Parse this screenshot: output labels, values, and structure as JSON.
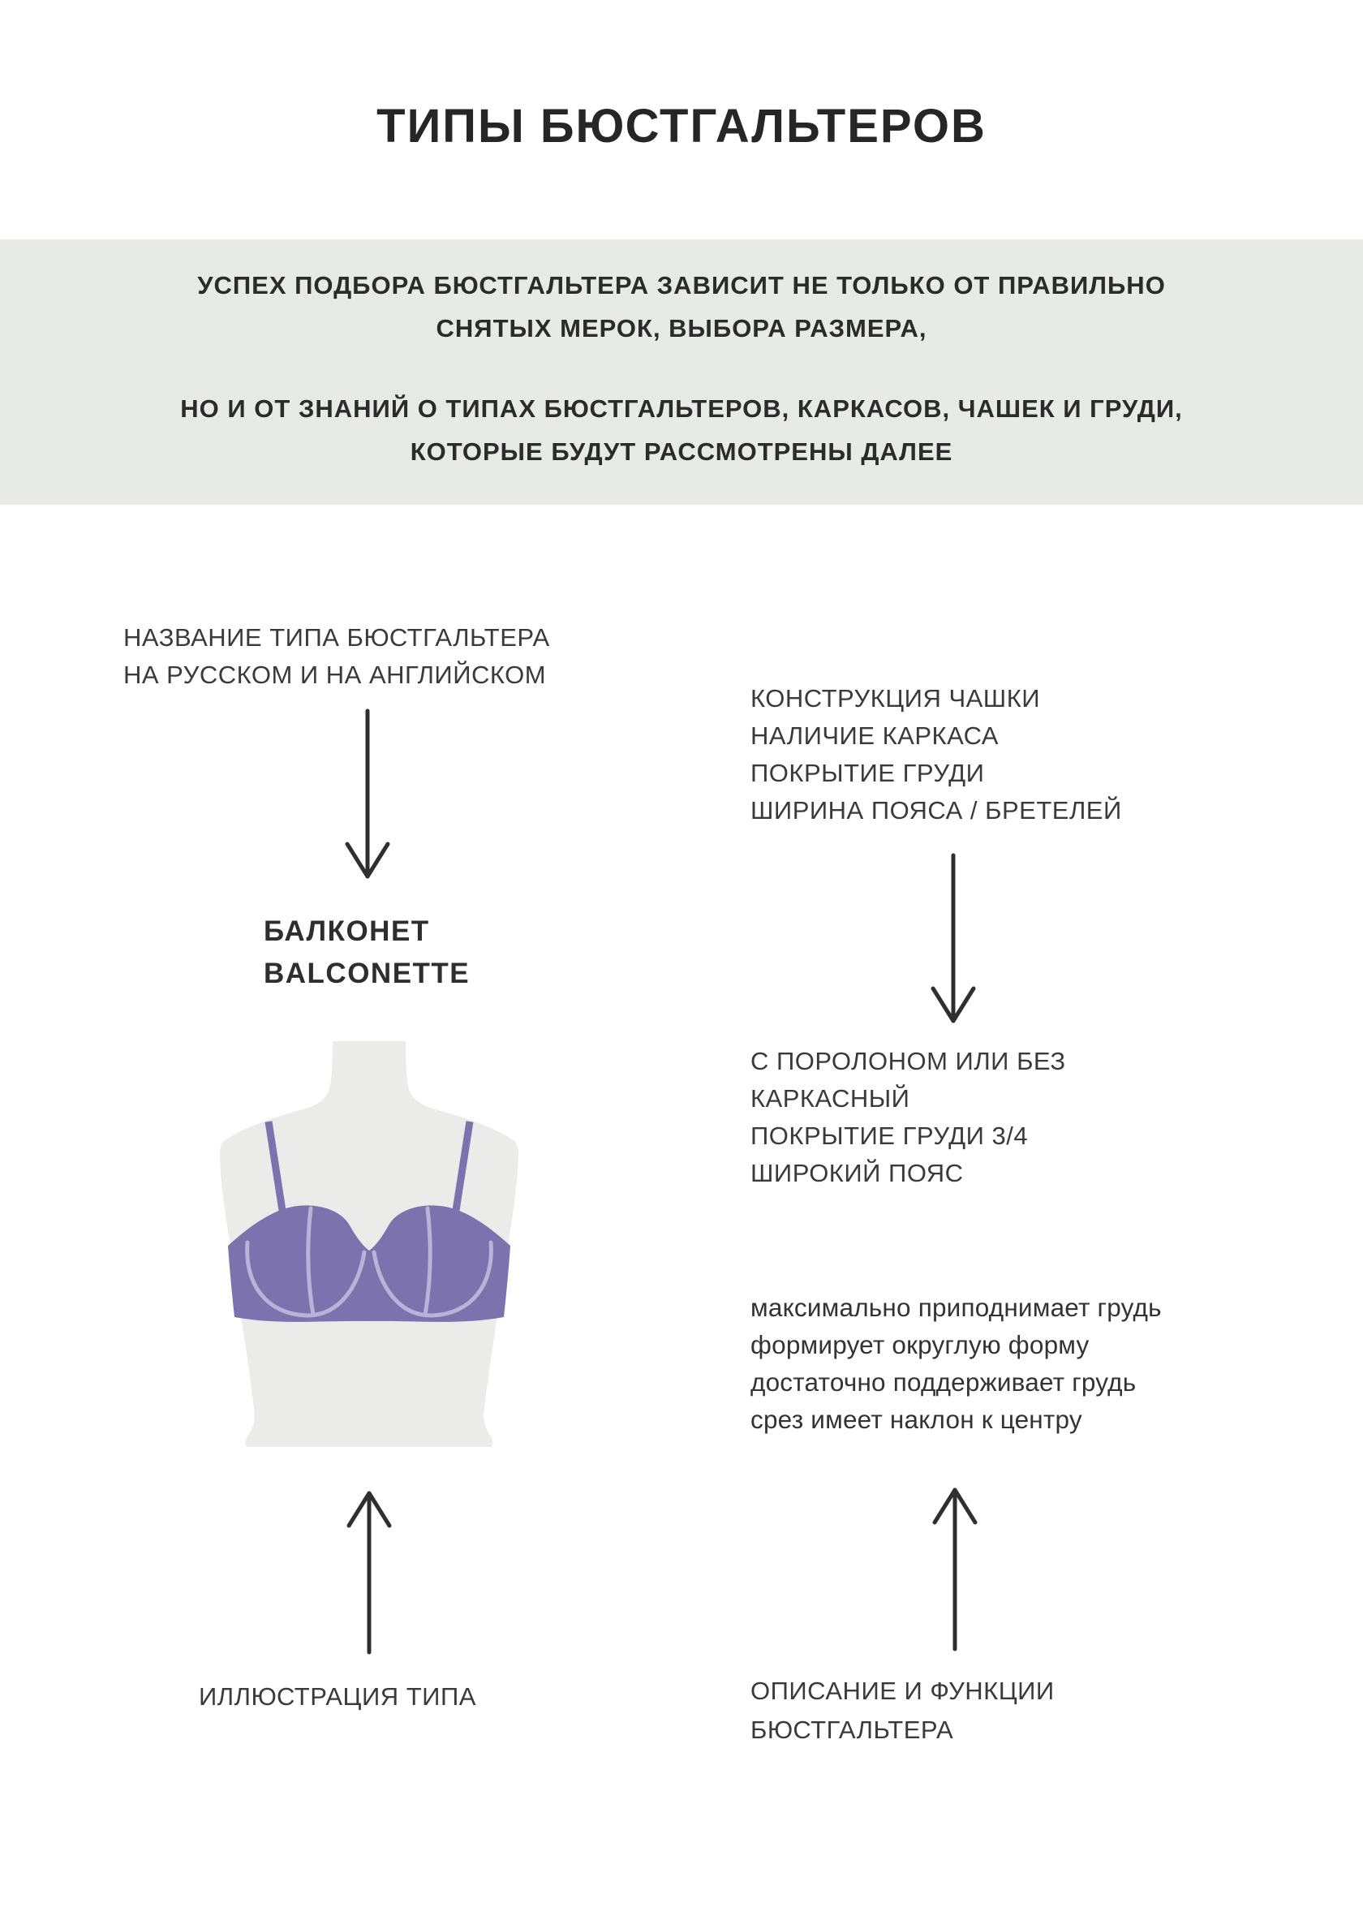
{
  "title": "ТИПЫ БЮСТГАЛЬТЕРОВ",
  "intro": {
    "p1_line1": "УСПЕХ ПОДБОРА БЮСТГАЛЬТЕРА ЗАВИСИТ НЕ ТОЛЬКО ОТ ПРАВИЛЬНО",
    "p1_line2": "СНЯТЫХ МЕРОК, ВЫБОРА РАЗМЕРА,",
    "p2_line1": "НО И ОТ ЗНАНИЙ О ТИПАХ БЮСТГАЛЬТЕРОВ, КАРКАСОВ, ЧАШЕК И ГРУДИ,",
    "p2_line2": "КОТОРЫЕ БУДУТ РАССМОТРЕНЫ ДАЛЕЕ"
  },
  "annotations": {
    "name_label_line1": "НАЗВАНИЕ ТИПА БЮСТГАЛЬТЕРА",
    "name_label_line2": "НА РУССКОМ И НА АНГЛИЙСКОМ",
    "specs_label": [
      "КОНСТРУКЦИЯ ЧАШКИ",
      "НАЛИЧИЕ КАРКАСА",
      "ПОКРЫТИЕ ГРУДИ",
      "ШИРИНА ПОЯСА / БРЕТЕЛЕЙ"
    ],
    "illustration_label": "ИЛЛЮСТРАЦИЯ ТИПА",
    "description_label_line1": "ОПИСАНИЕ И ФУНКЦИИ",
    "description_label_line2": "БЮСТГАЛЬТЕРА"
  },
  "bra_type": {
    "name_ru": "БАЛКОНЕТ",
    "name_en": "BALCONETTE",
    "specs": [
      "С ПОРОЛОНОМ ИЛИ БЕЗ",
      "КАРКАСНЫЙ",
      "ПОКРЫТИЕ ГРУДИ 3/4",
      "ШИРОКИЙ ПОЯС"
    ],
    "functions": [
      "максимально приподнимает грудь",
      "формирует округлую форму",
      "достаточно поддерживает грудь",
      "срез имеет наклон к центру"
    ]
  },
  "illustration": {
    "subject": "balconette bra on mannequin torso",
    "torso_color": "#ebece9",
    "bra_color": "#7b72ae",
    "seam_color": "#bab3d8"
  },
  "colors": {
    "band_background": "#e8eae7",
    "heading_text": "#262626",
    "body_text": "#3a3a3a",
    "arrow": "#2f2f2f"
  }
}
